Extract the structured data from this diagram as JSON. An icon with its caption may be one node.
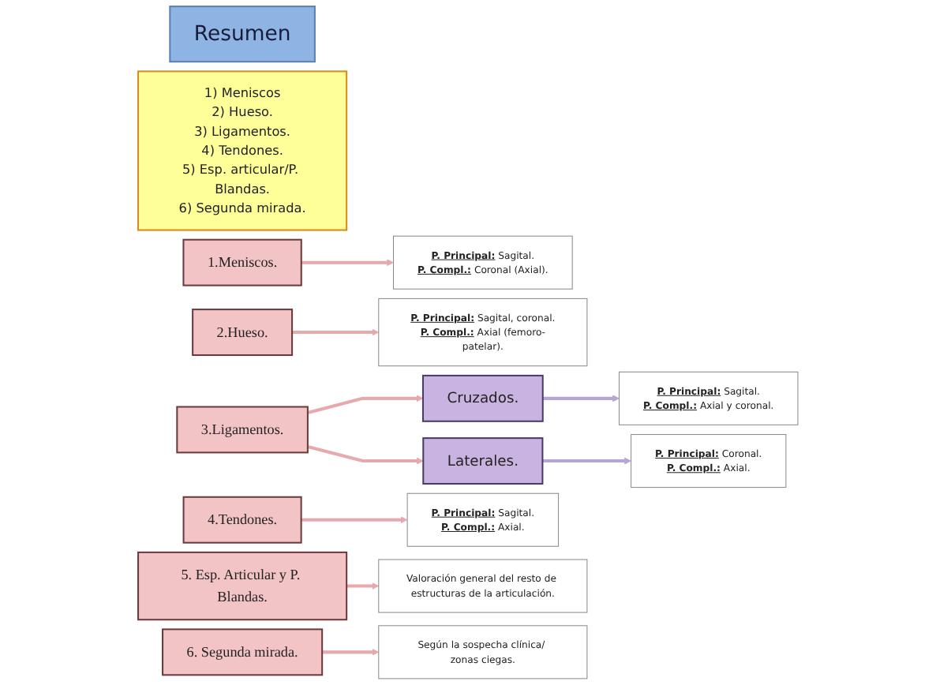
{
  "diagram": {
    "nodes": [
      {
        "text": [
          "Resumen"
        ]
      },
      {
        "text": [
          "1) Meniscos",
          "2) Hueso.",
          "3) Ligamentos.",
          "4) Tendones.",
          "5) Esp. articular/P. Blandas.",
          "6) Segunda mirada."
        ]
      },
      {
        "text": [
          "1.Meniscos."
        ]
      },
      {
        "text": [
          "**P. Principal:** Sagital.",
          "**P. Compl.:** Coronal (Axial)."
        ]
      },
      {
        "text": [
          "2.Hueso."
        ]
      },
      {
        "text": [
          "**P. Principal:** Sagital, coronal.",
          "**P. Compl.:** Axial (femoro-patelar)."
        ]
      },
      {
        "text": [
          "3.Ligamentos."
        ]
      },
      {
        "text": [
          "Cruzados."
        ]
      },
      {
        "text": [
          "**P. Principal:** Sagital.",
          "**P. Compl.:** Axial y coronal."
        ]
      },
      {
        "text": [
          "Laterales."
        ]
      },
      {
        "text": [
          "**P. Principal:** Coronal.",
          "**P. Compl.:** Axial."
        ]
      },
      {
        "text": [
          "4.Tendones."
        ]
      },
      {
        "text": [
          "**P. Principal:** Sagital.",
          "**P. Compl.:** Axial."
        ]
      },
      {
        "text": [
          "5. Esp. Articular y P. Blandas."
        ]
      },
      {
        "text": [
          "Valoración general del resto de estructuras de la articulación."
        ]
      },
      {
        "text": [
          "6. Segunda mirada."
        ]
      },
      {
        "text": [
          "Según la sospecha clínica/ zonas ciegas."
        ]
      }
    ],
    "edges": [
      {
        "from": 2,
        "to": 3,
        "arrow": "to"
      },
      {
        "from": 4,
        "to": 5,
        "arrow": "to"
      },
      {
        "from": 6,
        "to": 7,
        "arrow": "to"
      },
      {
        "from": 6,
        "to": 9,
        "arrow": "to"
      },
      {
        "from": 7,
        "to": 8,
        "arrow": "to",
        "color": "#b4a7d6"
      },
      {
        "from": 9,
        "to": 10,
        "arrow": "to",
        "color": "#b4a7d6"
      },
      {
        "from": 11,
        "to": 12,
        "arrow": "to"
      },
      {
        "from": 13,
        "to": 14,
        "arrow": "to"
      },
      {
        "from": 15,
        "to": 16,
        "arrow": "to"
      }
    ]
  }
}
